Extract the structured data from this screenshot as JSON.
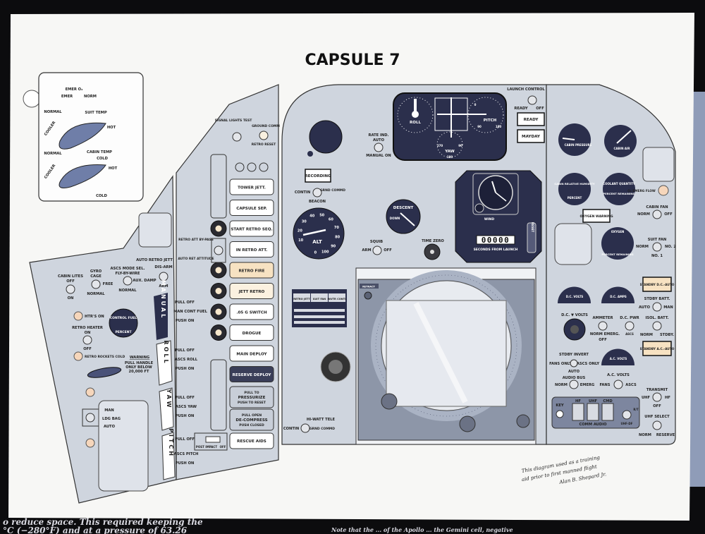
{
  "poster": {
    "title": "CAPSULE 7",
    "signature_note_line1": "This diagram used as a training",
    "signature_note_line2": "aid prior to first manned flight",
    "signature_name": "Alan B. Shepard Jr.",
    "background_text_1": "o reduce space. This required keeping the",
    "background_text_2": "°C (−280°F) and at a pressure of 63.26",
    "background_text_3": "Note that the ... of the Apollo ... the Gemini cell, negative"
  },
  "colors": {
    "panel": "#cfd5de",
    "gauge": "#2b2f4c",
    "light": "#f6d6bb",
    "amber": "#f7e2c2",
    "poster": "#f7f7f5"
  },
  "env_box": {
    "emer_o2": "EMER O₂",
    "emer": "EMER",
    "norm": "NORM",
    "suit_temp": "SUIT TEMP",
    "cabin_temp": "CABIN TEMP",
    "normal": "NORMAL",
    "cooler": "COOLER",
    "hot": "HOT",
    "cold": "COLD"
  },
  "left_panel": {
    "cabin_lites": "CABIN LITES",
    "off": "OFF",
    "on": "ON",
    "gyro": "GYRO",
    "cage": "CAGE",
    "free": "FREE",
    "normal": "NORMAL",
    "ascs_mode": "ASCS MODE SEL.",
    "fly_by_wire": "FLY-BY-WIRE",
    "aux_damp": "AUX. DAMP",
    "auto_retro_jett": "AUTO RETRO JETT",
    "dis_arm": "DIS-ARM",
    "arm": "ARM",
    "htrs_on": "HTR'S ON",
    "retro_heater": "RETRO HEATER",
    "retro_rockets_cold": "RETRO ROCKETS COLD",
    "warning": "WARNING",
    "warning_text": "PULL HANDLE ONLY BELOW 20,000 FT",
    "ldg_bag": "LDG BAG",
    "man": "MAN",
    "auto": "AUTO",
    "control_fuel": "CONTROL FUEL",
    "percent": "PERCENT",
    "manual": "MANUAL",
    "roll": "ROLL",
    "yaw": "YAW",
    "pitch": "PITCH"
  },
  "sequence_panel": {
    "signal_lights_test": "SIGNAL LIGHTS TEST",
    "ground_comm": "GROUND COMM",
    "retro_reset": "RETRO RESET",
    "buttons": [
      "TOWER JETT.",
      "CAPSULE SEP.",
      "START RETRO SEQ.",
      "IN RETRO ATT.",
      "RETRO FIRE",
      "JETT RETRO",
      ".05 G SWITCH",
      "DROGUE",
      "MAIN DEPLOY",
      "RESERVE DEPLOY"
    ],
    "pull_pressurize": [
      "PULL TO",
      "PRESSURIZE",
      "PUSH TO RESET"
    ],
    "pull_decompress": [
      "PULL OPEN",
      "DE-COMPRESS",
      "PUSH CLOSED"
    ],
    "rescue_aids": "RESCUE AIDS",
    "retro_att_bypass": "RETRO ATT BY-PASS",
    "auto_ret_attitude": "AUTO RET ATTITUDE",
    "pull_off": "PULL OFF",
    "push_on": "PUSH ON",
    "man_cont_fuel": "MAN CONT FUEL",
    "ascs_roll": "ASCS ROLL",
    "ascs_yaw": "ASCS YAW",
    "ascs_pitch": "ASCS PITCH",
    "post_impact": "POST IMPACT",
    "off": "OFF"
  },
  "center_panel": {
    "rate_ind": "RATE IND.",
    "auto": "AUTO",
    "manual_on": "MANUAL ON",
    "roll": "ROLL",
    "pitch": "PITCH",
    "yaw": "YAW",
    "yaw_ticks": [
      "270",
      "90",
      "180"
    ],
    "pitch_ticks": [
      "0",
      "90",
      "180"
    ],
    "launch_control": "LAUNCH CONTROL",
    "ready": "READY",
    "off": "OFF",
    "mayday": "MAYDAY",
    "recording": "RECORDING",
    "contin": "CONTIN",
    "grnd_commd": "GRND COMMD",
    "beacon": "BEACON",
    "alt": "ALT",
    "alt_ticks": [
      "10",
      "20",
      "30",
      "40",
      "50",
      "60",
      "70",
      "80",
      "90",
      "100",
      "0"
    ],
    "descent": "DESCENT",
    "down": "DOWN",
    "squib": "SQUIB",
    "arm": "ARM",
    "squib_off": "OFF",
    "time_zero": "TIME ZERO",
    "wind": "WIND",
    "counter": "00000",
    "seconds_from_launch": "SECONDS FROM LAUNCH",
    "reset": "RESET",
    "telelights": [
      "RETRO JETT",
      "SUIT FAN",
      "INVTR CONTL"
    ],
    "hi_watt_tele": "HI-WATT TELE",
    "retract": "RETRACT"
  },
  "right_panel": {
    "cabin_pressure": "CABIN PRESSURE",
    "cabin_air": "CABIN AIR",
    "cabin_humidity": "CABIN RELATIVE HUMIDITY",
    "percent": "PERCENT",
    "coolant_quantity": "COOLANT QUANTITY",
    "percent_remaining": "PERCENT REMAINING",
    "oxygen_warning": "OXYGEN WARNING",
    "o2_emerg_flow": "O₂ EMERG FLOW",
    "cabin_fan": "CABIN FAN",
    "norm": "NORM",
    "off": "OFF",
    "suit_fan": "SUIT FAN",
    "no1": "NO. 1",
    "no2": "NO. 2",
    "oxygen": "OXYGEN",
    "standby_dc": "STANDBY D.C.-AUTO",
    "standby_ac": "STANDBY A.C.-AUTO",
    "dc_volts_gauge": "D.C. VOLTS",
    "dc_amps_gauge": "D.C. AMPS",
    "dc_volts": "D.C. ▼ VOLTS",
    "ammeter": "AMMETER",
    "norm_emerg": "NORM  EMERG.",
    "dc_pwr": "D.C. PWR",
    "ascs": "ASCS",
    "stdby_batt": "STDBY BATT.",
    "auto": "AUTO",
    "man": "MAN",
    "isol_batt": "ISOL. BATT.",
    "stdby": "STDBY.",
    "stdby_invert": "STDBY   INVERT",
    "fans_only": "FANS ONLY",
    "ascs_only": "ASCS ONLY",
    "audio_bus": "AUDIO BUS",
    "emerg": "EMERG",
    "ac_volts": "A.C. VOLTS",
    "ac_volts_gauge": "A.C. VOLTS",
    "fans": "FANS",
    "transmit": "TRANSMIT",
    "uhf": "UHF",
    "hf": "HF",
    "key": "KEY",
    "comm": [
      "HF",
      "UHF",
      "CMD"
    ],
    "comm_audio": "COMM AUDIO",
    "uhf_df": "UHF-DF",
    "rt": "R/T",
    "uhf_select": "UHF SELECT",
    "reserve": "RESERVE"
  }
}
